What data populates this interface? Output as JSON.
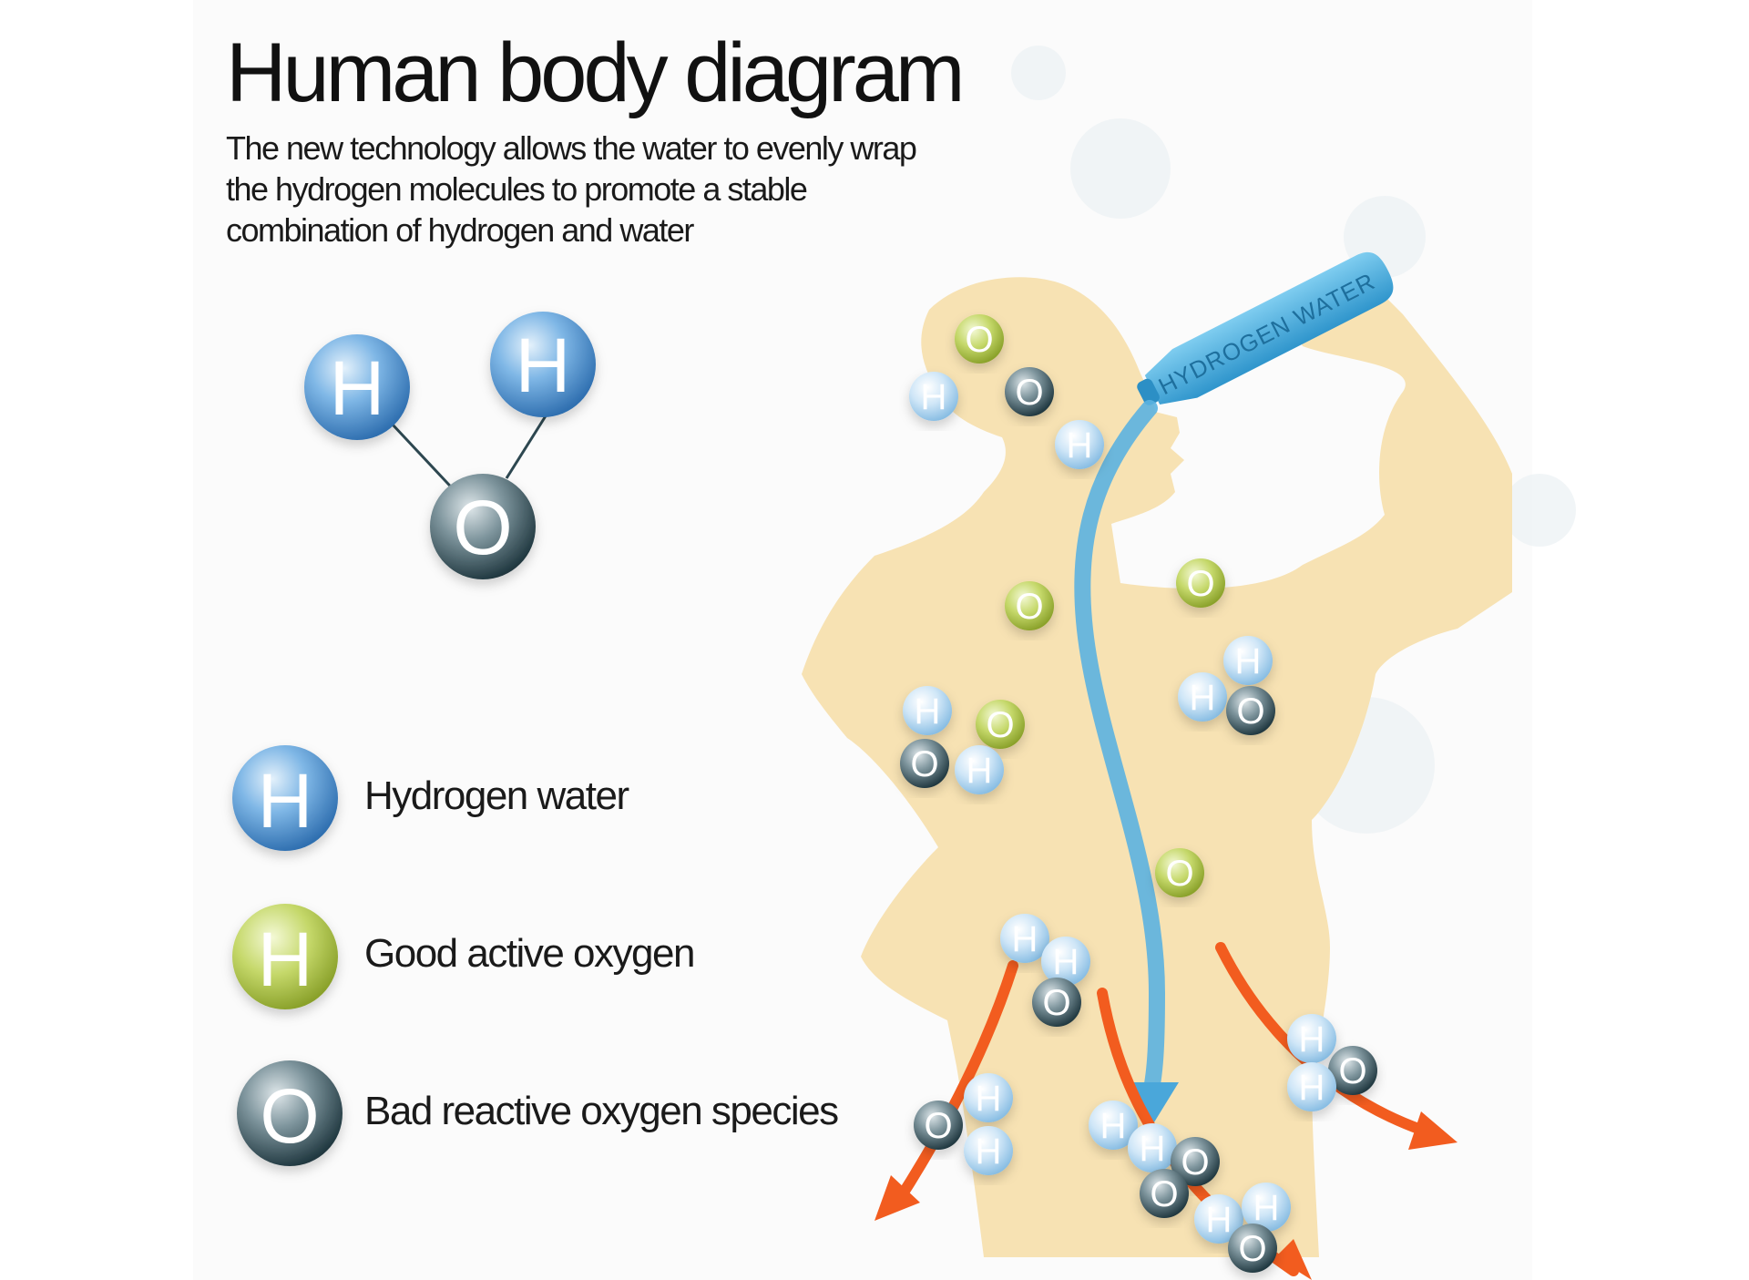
{
  "title": "Human body diagram",
  "subtitle": "The new technology allows the water to evenly wrap the hydrogen molecules to promote a stable combination of hydrogen and water",
  "bottle_label": "HYDROGEN WATER",
  "legend": [
    {
      "letter": "H",
      "label": "Hydrogen water",
      "color": "blue"
    },
    {
      "letter": "H",
      "label": "Good active oxygen",
      "color": "green"
    },
    {
      "letter": "O",
      "label": "Bad reactive oxygen species",
      "color": "dark"
    }
  ],
  "molecule_letters": {
    "h1": "H",
    "h2": "H",
    "o": "O"
  },
  "letters": {
    "H": "H",
    "O": "O"
  },
  "colors": {
    "hydrogen": "#5b9bd5",
    "good_oxygen": "#a9c23f",
    "bad_oxygen": "#3b5560",
    "body": "#f7e2b3",
    "stream": "#5bb2e0",
    "arrows": "#f25c1f",
    "bottle": "#3fa9dc"
  }
}
